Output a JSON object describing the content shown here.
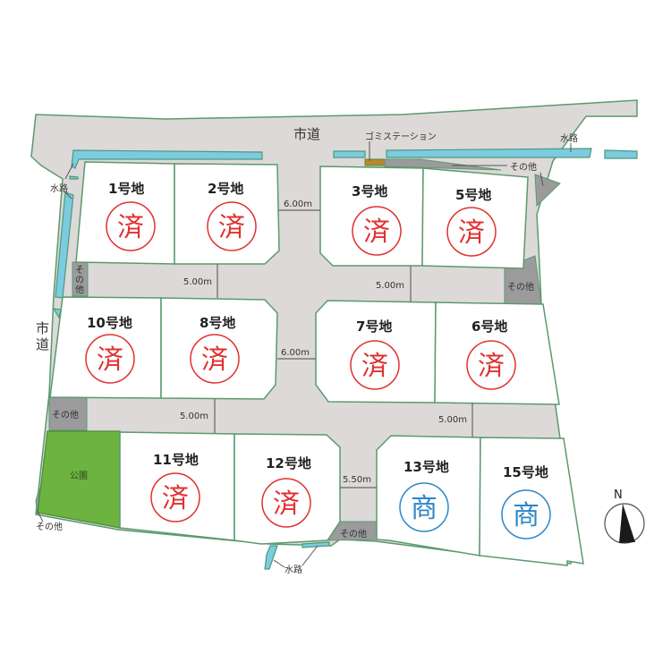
{
  "map": {
    "roads": {
      "top": "市道",
      "left": "市道"
    },
    "facilities": {
      "garbage_station": "ゴミステーション",
      "park": "公園",
      "waterway": "水路",
      "other": "その他"
    },
    "compass": {
      "label": "N"
    },
    "dimensions": {
      "upper_vertical": "6.00m",
      "middle_vertical": "6.00m",
      "upper_left_horizontal": "5.00m",
      "upper_right_horizontal": "5.00m",
      "lower_left_horizontal": "5.00m",
      "lower_right_horizontal": "5.00m",
      "lower_vertical": "5.50m"
    },
    "stamps": {
      "sold": "済",
      "commercial": "商"
    },
    "lots": [
      {
        "id": "1",
        "label": "1号地",
        "status": "済"
      },
      {
        "id": "2",
        "label": "2号地",
        "status": "済"
      },
      {
        "id": "3",
        "label": "3号地",
        "status": "済"
      },
      {
        "id": "5",
        "label": "5号地",
        "status": "済"
      },
      {
        "id": "10",
        "label": "10号地",
        "status": "済"
      },
      {
        "id": "8",
        "label": "8号地",
        "status": "済"
      },
      {
        "id": "7",
        "label": "7号地",
        "status": "済"
      },
      {
        "id": "6",
        "label": "6号地",
        "status": "済"
      },
      {
        "id": "11",
        "label": "11号地",
        "status": "済"
      },
      {
        "id": "12",
        "label": "12号地",
        "status": "済"
      },
      {
        "id": "13",
        "label": "13号地",
        "status": "商"
      },
      {
        "id": "15",
        "label": "15号地",
        "status": "商"
      }
    ],
    "colors": {
      "road": "#ddd9d8",
      "lot": "#ffffff",
      "border": "#5a9a6e",
      "other_area": "#9b9b9d",
      "waterway": "#7ccbe0",
      "park": "#6cb33f",
      "garbage_station": "#b8892b",
      "sold_stamp": "#e0312f",
      "commercial_stamp": "#2e86c8"
    }
  }
}
